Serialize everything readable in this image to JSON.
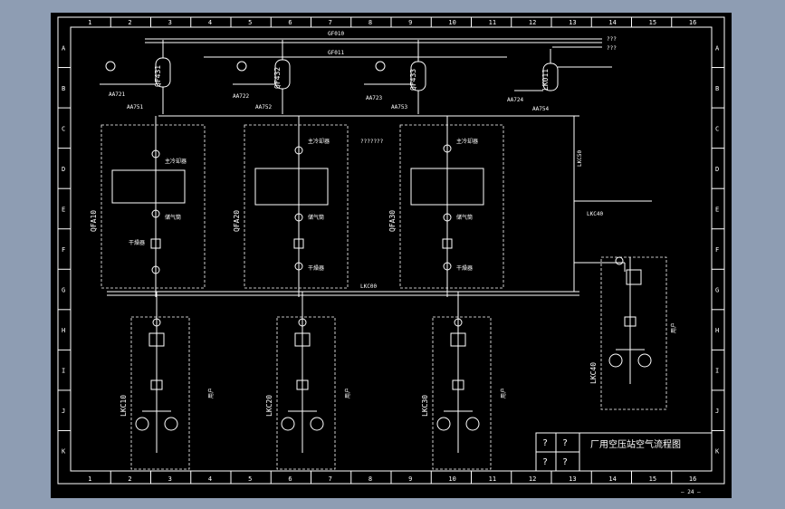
{
  "colors": {
    "background": "#8e9db3",
    "paper": "#000000",
    "ink": "#ffffff"
  },
  "grid": {
    "columns": [
      "1",
      "2",
      "3",
      "4",
      "5",
      "6",
      "7",
      "8",
      "9",
      "10",
      "11",
      "12",
      "13",
      "14",
      "15",
      "16"
    ],
    "rows": [
      "A",
      "B",
      "C",
      "D",
      "E",
      "F",
      "G",
      "H",
      "I",
      "J",
      "K"
    ]
  },
  "header": {
    "main_line": "GF010",
    "secondary_line": "GF011",
    "right_notes": [
      "???",
      "???"
    ]
  },
  "tanks": [
    {
      "id": "QF431",
      "tags": [
        "AA721",
        "AA751"
      ]
    },
    {
      "id": "QF432",
      "tags": [
        "AA722",
        "AA752"
      ]
    },
    {
      "id": "QF433",
      "tags": [
        "AA723",
        "AA753"
      ]
    },
    {
      "id": "LK011",
      "tags": [
        "AA724",
        "AA754"
      ]
    }
  ],
  "dryers": [
    {
      "label": "QFA10"
    },
    {
      "label": "QFA20"
    },
    {
      "label": "QFA30"
    }
  ],
  "dryer_captions": {
    "top": "主冷却器",
    "mid": "储气筒",
    "bot": "干燥器"
  },
  "middle_note": "???????",
  "bus_label": "LKC00",
  "right_pipe": {
    "top_label": "LKC50",
    "branch_label": "LKC40"
  },
  "units": [
    {
      "label": "LKC10",
      "side_text": "用户"
    },
    {
      "label": "LKC20",
      "side_text": "用户"
    },
    {
      "label": "LKC30",
      "side_text": "用户"
    },
    {
      "label": "LKC40",
      "side_text": "用户"
    }
  ],
  "title_block": {
    "marks": [
      "?",
      "?",
      "?",
      "?"
    ],
    "title": "厂用空压站空气流程图"
  },
  "page_number": "— 24 —"
}
